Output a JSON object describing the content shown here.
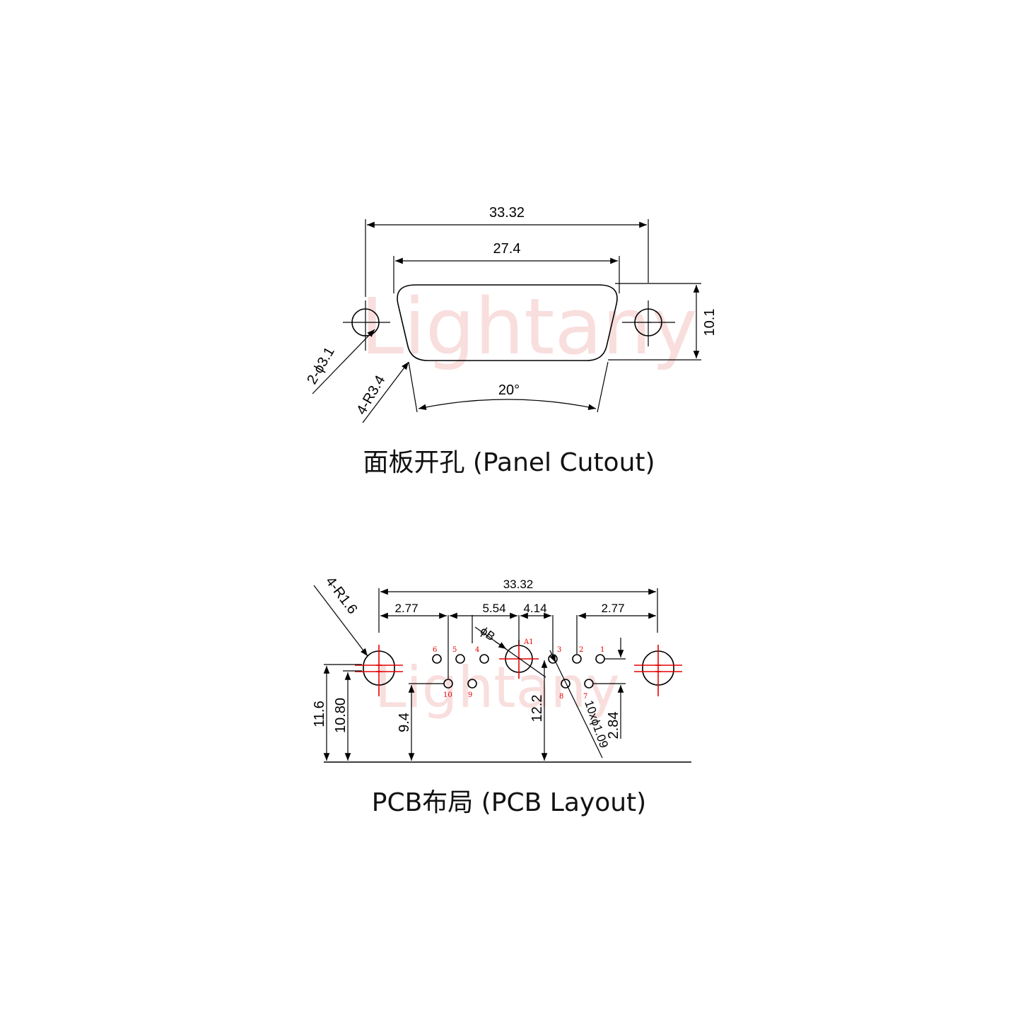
{
  "watermark": "Lightany",
  "panel_cutout": {
    "caption": "面板开孔 (Panel Cutout)",
    "dims": {
      "overall_width": "33.32",
      "shell_width": "27.4",
      "height": "10.1",
      "hole_dia": "2-ϕ3.1",
      "corner_radius": "4-R3.4",
      "angle": "20°"
    }
  },
  "pcb_layout": {
    "caption": "PCB布局 (PCB Layout)",
    "dims": {
      "overall_width": "33.32",
      "left_offset": "2.77",
      "mid_left": "5.54",
      "mid_right": "4.14",
      "right_offset": "2.77",
      "coax_dia": "ϕB",
      "corner_radius": "4-R1.6",
      "h_11_6": "11.6",
      "h_10_80": "10.80",
      "h_9_4": "9.4",
      "h_12_2": "12.2",
      "h_2_84": "2.84",
      "pin_holes": "10xϕ1.09"
    },
    "pin_labels": [
      "1",
      "2",
      "3",
      "4",
      "5",
      "6",
      "7",
      "8",
      "9",
      "10",
      "A1"
    ]
  }
}
